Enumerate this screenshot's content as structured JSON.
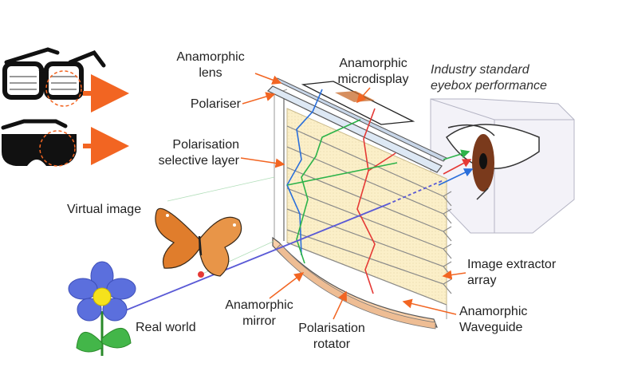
{
  "title": "Anamorphic waveguide display architecture",
  "labels": {
    "anamorphic_lens": "Anamorphic\nlens",
    "anamorphic_microdisplay": "Anamorphic\nmicrodisplay",
    "eyebox": "Industry standard\neyebox performance",
    "polariser": "Polariser",
    "polarisation_selective_layer": "Polarisation\nselective layer",
    "virtual_image": "Virtual image",
    "real_world": "Real world",
    "anamorphic_mirror": "Anamorphic\nmirror",
    "polarisation_rotator": "Polarisation\nrotator",
    "image_extractor_array": "Image extractor\narray",
    "anamorphic_waveguide": "Anamorphic\nWaveguide"
  },
  "icons": {
    "glasses": "eyeglasses-icon",
    "goggles": "smart-goggles-icon",
    "eye": "eye-icon",
    "butterfly": "butterfly-icon",
    "flower": "flower-icon"
  },
  "colors": {
    "accent_arrow": "#f26522",
    "ray_red": "#e53935",
    "ray_green": "#2db34a",
    "ray_blue": "#2a6fdb",
    "ray_real_world": "#5a5ad6",
    "layer_fill": "#fbefc8",
    "waveguide_fill": "#f9cfa8",
    "glass_fill": "#dde8f4"
  }
}
